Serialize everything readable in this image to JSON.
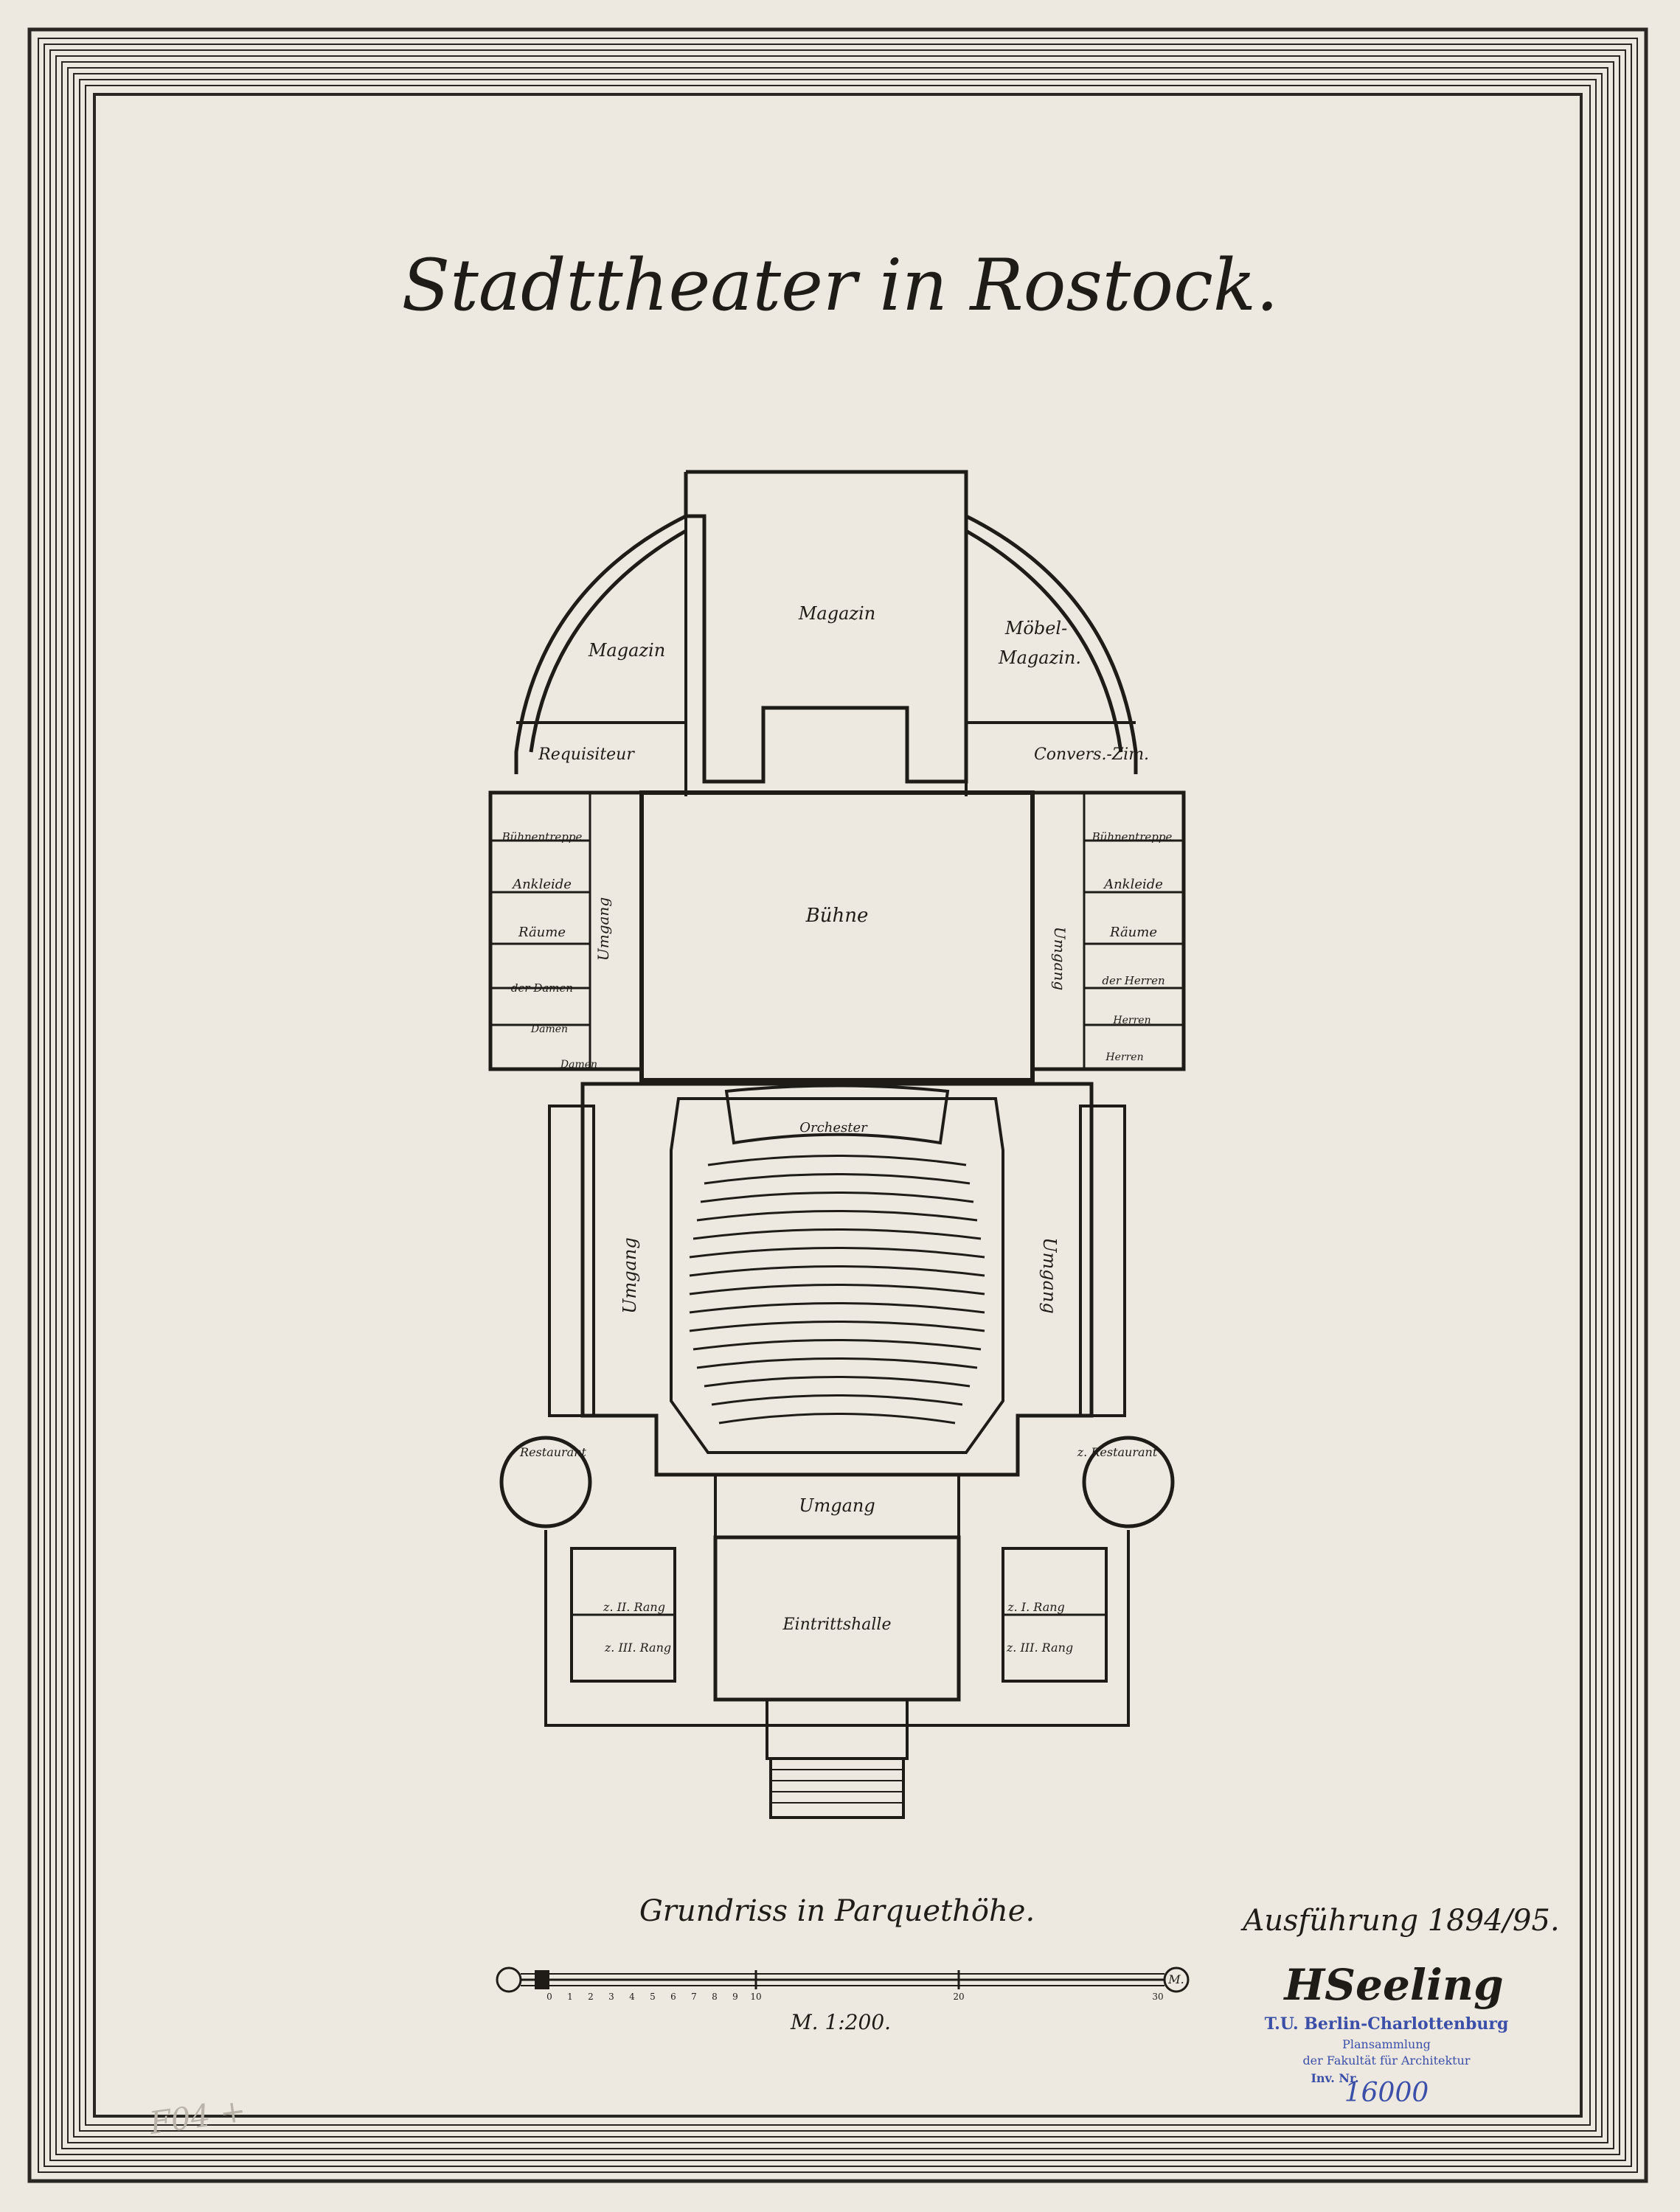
{
  "sheet": {
    "title": "Stadttheater in Rostock.",
    "subtitle": "Grundriss in Parquethöhe.",
    "execution": "Ausführung 1894/95.",
    "signature": "HSeeling",
    "scale_label": "M. 1:200.",
    "scale_unit": "M.",
    "scale_ticks": [
      "0",
      "1",
      "2",
      "3",
      "4",
      "5",
      "6",
      "7",
      "8",
      "9",
      "10",
      "20",
      "30"
    ],
    "inventory_number": "16000",
    "margin_note": "F04 +",
    "colors": {
      "paper": "#ede9e0",
      "ink": "#1f1c18",
      "stamp": "#3b4fa8"
    }
  },
  "stamp": {
    "line1": "T.U. Berlin-Charlottenburg",
    "line2": "Plansammlung",
    "line3": "der Fakultät für Architektur",
    "line4": "Inv. Nr."
  },
  "rooms": {
    "magazin_center": "Magazin",
    "magazin_left": "Magazin",
    "moebel_1": "Möbel-",
    "moebel_2": "Magazin.",
    "requisiteur": "Requisiteur",
    "convers": "Convers.-Zim.",
    "buehne": "Bühne",
    "buehnentreppe_left": "Bühnentreppe",
    "buehnentreppe_right": "Bühnentreppe",
    "ankleide_left": "Ankleide",
    "raeume_left": "Räume",
    "der_damen": "der Damen",
    "damen_1": "Damen",
    "damen_2": "Damen",
    "ankleide_right": "Ankleide",
    "raeume_right": "Räume",
    "der_herren": "der Herren",
    "herren_1": "Herren",
    "herren_2": "Herren",
    "umgang_stage_left": "Umgang",
    "umgang_stage_right": "Umgang",
    "orchester": "Orchester",
    "umgang_left": "Umgang",
    "umgang_right": "Umgang",
    "restaurant_left": "Restaurant",
    "restaurant_right": "z. Restaurant",
    "umgang_front": "Umgang",
    "eintrittshalle": "Eintrittshalle",
    "rang_left_1": "z. II. Rang",
    "rang_left_2": "z. III. Rang",
    "rang_right_1": "z. I. Rang",
    "rang_right_2": "z. III. Rang"
  }
}
